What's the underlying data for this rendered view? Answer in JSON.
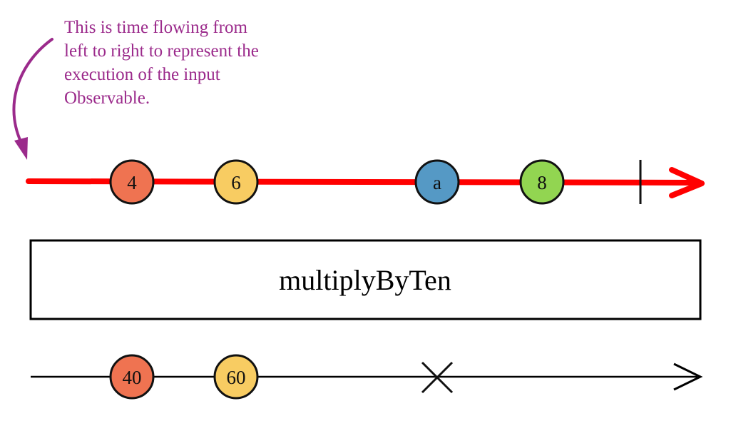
{
  "annotation": {
    "text": "This is time flowing from left to right to represent the execution of the input Observable."
  },
  "colors": {
    "annotation": "#9b2a8b",
    "input_timeline": "#ff0000",
    "output_timeline": "#000000",
    "marble_stroke": "#111111"
  },
  "input_observable": {
    "marbles": [
      {
        "label": "4",
        "color": "#ef7351"
      },
      {
        "label": "6",
        "color": "#f8cc62"
      },
      {
        "label": "a",
        "color": "#5599c5"
      },
      {
        "label": "8",
        "color": "#92d551"
      }
    ],
    "terminal": "complete"
  },
  "operator": {
    "label": "multiplyByTen"
  },
  "output_observable": {
    "marbles": [
      {
        "label": "40",
        "color": "#ef7351"
      },
      {
        "label": "60",
        "color": "#f8cc62"
      }
    ],
    "terminal": "error"
  }
}
